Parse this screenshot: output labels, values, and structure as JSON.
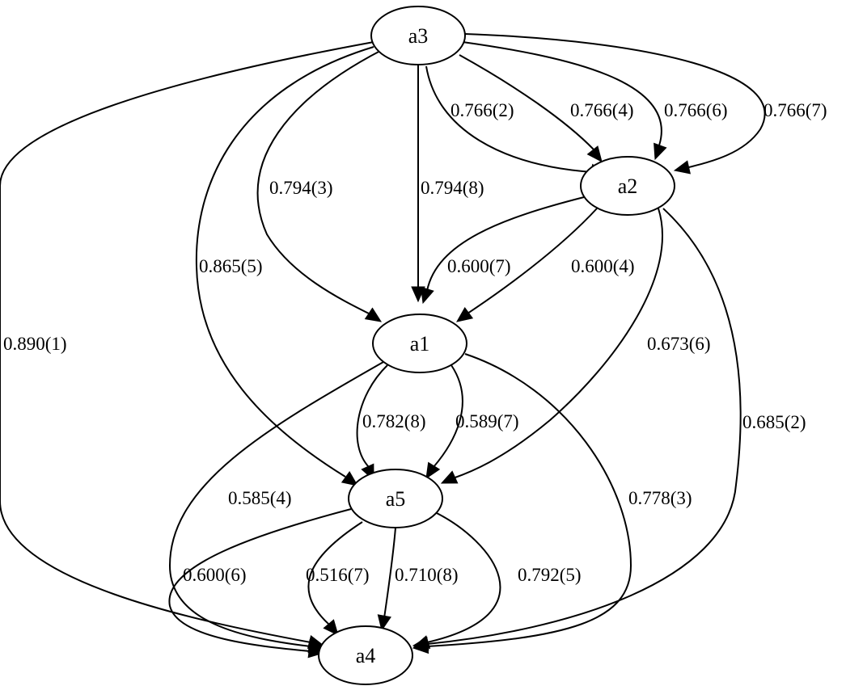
{
  "nodes": [
    {
      "id": "a3",
      "label": "a3"
    },
    {
      "id": "a2",
      "label": "a2"
    },
    {
      "id": "a1",
      "label": "a1"
    },
    {
      "id": "a5",
      "label": "a5"
    },
    {
      "id": "a4",
      "label": "a4"
    }
  ],
  "edges": [
    {
      "from": "a3",
      "to": "a2",
      "label": "0.766(2)"
    },
    {
      "from": "a3",
      "to": "a2",
      "label": "0.766(4)"
    },
    {
      "from": "a3",
      "to": "a2",
      "label": "0.766(6)"
    },
    {
      "from": "a3",
      "to": "a2",
      "label": "0.766(7)"
    },
    {
      "from": "a3",
      "to": "a1",
      "label": "0.794(3)"
    },
    {
      "from": "a3",
      "to": "a1",
      "label": "0.794(8)"
    },
    {
      "from": "a3",
      "to": "a5",
      "label": "0.865(5)"
    },
    {
      "from": "a3",
      "to": "a4",
      "label": "0.890(1)"
    },
    {
      "from": "a2",
      "to": "a1",
      "label": "0.600(7)"
    },
    {
      "from": "a2",
      "to": "a1",
      "label": "0.600(4)"
    },
    {
      "from": "a2",
      "to": "a5",
      "label": "0.673(6)"
    },
    {
      "from": "a2",
      "to": "a4",
      "label": "0.685(2)"
    },
    {
      "from": "a1",
      "to": "a5",
      "label": "0.782(8)"
    },
    {
      "from": "a1",
      "to": "a5",
      "label": "0.589(7)"
    },
    {
      "from": "a1",
      "to": "a4",
      "label": "0.585(4)"
    },
    {
      "from": "a1",
      "to": "a4",
      "label": "0.778(3)"
    },
    {
      "from": "a5",
      "to": "a4",
      "label": "0.600(6)"
    },
    {
      "from": "a5",
      "to": "a4",
      "label": "0.516(7)"
    },
    {
      "from": "a5",
      "to": "a4",
      "label": "0.710(8)"
    },
    {
      "from": "a5",
      "to": "a4",
      "label": "0.792(5)"
    }
  ]
}
